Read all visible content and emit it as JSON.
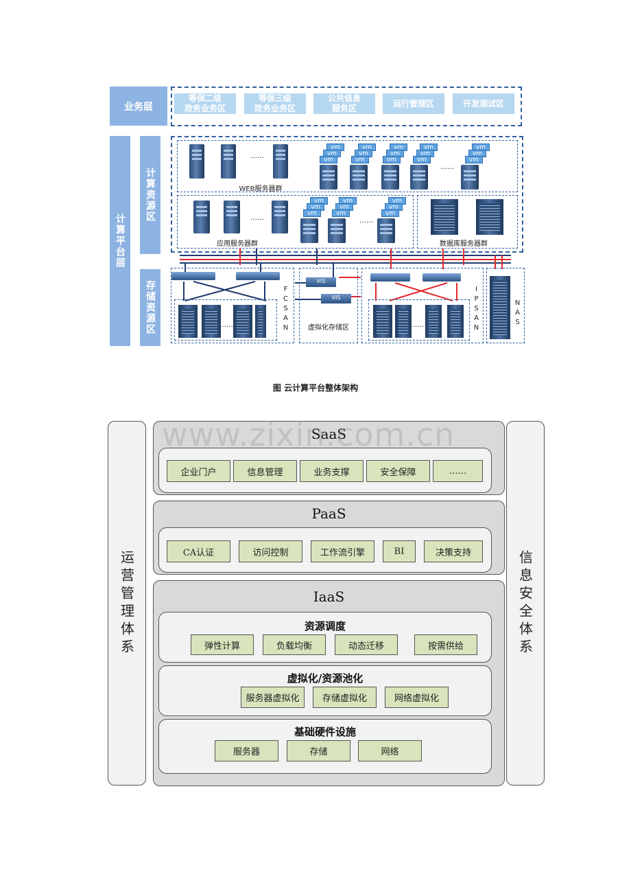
{
  "top_diagram": {
    "business_layer_label": "业务层",
    "business_zones": [
      "等保二级\n政务业务区",
      "等保三级\n政务业务区",
      "公共信息\n服务区",
      "运行管理区",
      "开发测试区"
    ],
    "platform_layer_label": "计算平台层",
    "compute_zone_label": "计算资源区",
    "storage_zone_label": "存储资源区",
    "web_cluster_label": "WEB服务器群",
    "app_cluster_label": "应用服务器群",
    "db_cluster_label": "数据库服务器群",
    "vm_label": "vm",
    "ellipsis": "……",
    "fcsan_label": "FCSAN",
    "ipsan_label": "IPSAN",
    "nas_label": "NAS",
    "virtual_storage_label": "虚拟化存储区",
    "vis_label": "VIS",
    "link_colors": {
      "blue": "#1f3a6e",
      "red": "#e0282e"
    }
  },
  "caption": "图  云计算平台整体架构",
  "bottom_diagram": {
    "watermark": "www.zixin.com.cn",
    "left_side": "运营管理体系",
    "right_side": "信息安全体系",
    "saas": {
      "title": "SaaS",
      "items": [
        "企业门户",
        "信息管理",
        "业务支撑",
        "安全保障",
        "……"
      ]
    },
    "paas": {
      "title": "PaaS",
      "items": [
        "CA认证",
        "访问控制",
        "工作流引擎",
        "BI",
        "决策支持"
      ]
    },
    "iaas": {
      "title": "IaaS",
      "scheduling": {
        "title": "资源调度",
        "items": [
          "弹性计算",
          "负载均衡",
          "动态迁移",
          "按需供给"
        ]
      },
      "virtualization": {
        "title": "虚拟化/资源池化",
        "items": [
          "服务器虚拟化",
          "存储虚拟化",
          "网络虚拟化"
        ]
      },
      "hardware": {
        "title": "基础硬件设施",
        "items": [
          "服务器",
          "存储",
          "网络"
        ]
      }
    },
    "box_color": "#d8e4bc"
  }
}
